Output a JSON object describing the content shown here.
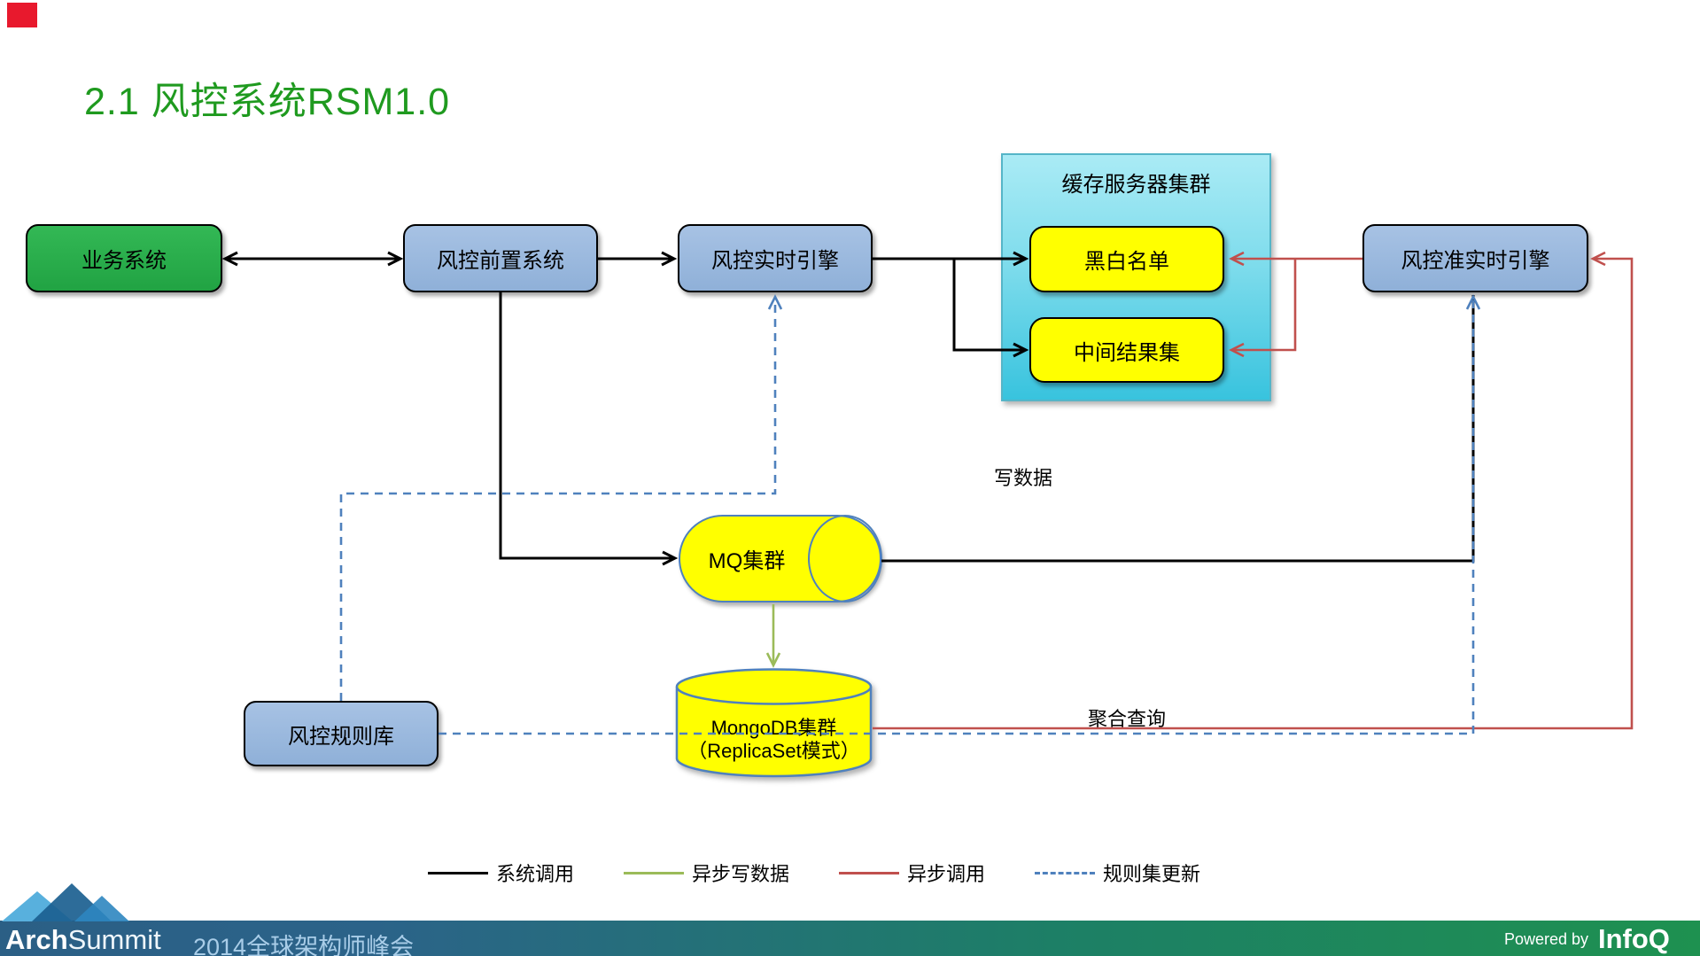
{
  "slide": {
    "title": "2.1 风控系统RSM1.0"
  },
  "diagram": {
    "nodes": {
      "business_system": {
        "label": "业务系统"
      },
      "risk_front_system": {
        "label": "风控前置系统"
      },
      "risk_realtime_engine": {
        "label": "风控实时引擎"
      },
      "cache_server_cluster": {
        "label": "缓存服务器集群"
      },
      "black_white_list": {
        "label": "黑白名单"
      },
      "intermediate_result_set": {
        "label": "中间结果集"
      },
      "risk_near_realtime_engine": {
        "label": "风控准实时引擎"
      },
      "mq_cluster": {
        "label": "MQ集群"
      },
      "mongodb_cluster": {
        "label": "MongoDB集群",
        "sublabel": "（ReplicaSet模式）"
      },
      "risk_rule_repo": {
        "label": "风控规则库"
      }
    },
    "annotations": {
      "write_data": "写数据",
      "aggregate_query": "聚合查询"
    }
  },
  "legend": {
    "items": [
      {
        "label": "系统调用",
        "style": "solid",
        "color": "#000000"
      },
      {
        "label": "异步写数据",
        "style": "solid",
        "color": "#9bbb59"
      },
      {
        "label": "异步调用",
        "style": "solid",
        "color": "#c0504d"
      },
      {
        "label": "规则集更新",
        "style": "dashed",
        "color": "#4f81bd"
      }
    ]
  },
  "footer": {
    "brand_arch": "Arch",
    "brand_summit": "Summit",
    "event": "2014全球架构师峰会",
    "powered_by": "Powered by",
    "infoq": "InfoQ"
  },
  "colors": {
    "title_green": "#1f9a1f",
    "green_box": "#28b24b",
    "blue_box": "#95b3d7",
    "yellow_box": "#ffff00",
    "cyan_container_top": "#aaebf5",
    "cyan_container_bottom": "#38c3de",
    "cylinder_border": "#4f81bd",
    "line_black": "#000000",
    "line_olive": "#9bbb59",
    "line_red": "#c0504d",
    "line_blue_dashed": "#4f81bd",
    "footer_blue": "#2b5f85",
    "footer_green": "#1e9150",
    "corner_red": "#e8192d"
  }
}
